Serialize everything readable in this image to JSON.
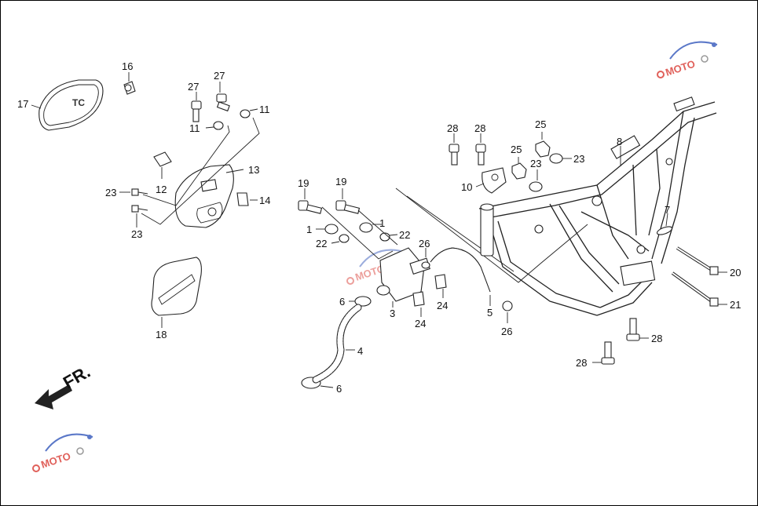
{
  "callouts": [
    {
      "id": "c1a",
      "text": "1"
    },
    {
      "id": "c1b",
      "text": "1"
    },
    {
      "id": "c3",
      "text": "3"
    },
    {
      "id": "c4",
      "text": "4"
    },
    {
      "id": "c5",
      "text": "5"
    },
    {
      "id": "c6a",
      "text": "6"
    },
    {
      "id": "c6b",
      "text": "6"
    },
    {
      "id": "c7",
      "text": "7"
    },
    {
      "id": "c8",
      "text": "8"
    },
    {
      "id": "c10",
      "text": "10"
    },
    {
      "id": "c11a",
      "text": "11"
    },
    {
      "id": "c11b",
      "text": "11"
    },
    {
      "id": "c12",
      "text": "12"
    },
    {
      "id": "c13",
      "text": "13"
    },
    {
      "id": "c14",
      "text": "14"
    },
    {
      "id": "c16",
      "text": "16"
    },
    {
      "id": "c17",
      "text": "17"
    },
    {
      "id": "c18",
      "text": "18"
    },
    {
      "id": "c19a",
      "text": "19"
    },
    {
      "id": "c19b",
      "text": "19"
    },
    {
      "id": "c20",
      "text": "20"
    },
    {
      "id": "c21",
      "text": "21"
    },
    {
      "id": "c22a",
      "text": "22"
    },
    {
      "id": "c22b",
      "text": "22"
    },
    {
      "id": "c23a",
      "text": "23"
    },
    {
      "id": "c23b",
      "text": "23"
    },
    {
      "id": "c23c",
      "text": "23"
    },
    {
      "id": "c23d",
      "text": "23"
    },
    {
      "id": "c24a",
      "text": "24"
    },
    {
      "id": "c24b",
      "text": "24"
    },
    {
      "id": "c25a",
      "text": "25"
    },
    {
      "id": "c25b",
      "text": "25"
    },
    {
      "id": "c26a",
      "text": "26"
    },
    {
      "id": "c26b",
      "text": "26"
    },
    {
      "id": "c27a",
      "text": "27"
    },
    {
      "id": "c27b",
      "text": "27"
    },
    {
      "id": "c28a",
      "text": "28"
    },
    {
      "id": "c28b",
      "text": "28"
    },
    {
      "id": "c28c",
      "text": "28"
    },
    {
      "id": "c28d",
      "text": "28"
    }
  ],
  "direction_label": "FR.",
  "watermark_text": "MOTO",
  "colors": {
    "line": "#222222",
    "watermark_red": "#e0605a",
    "watermark_blue": "#5b78c8"
  }
}
